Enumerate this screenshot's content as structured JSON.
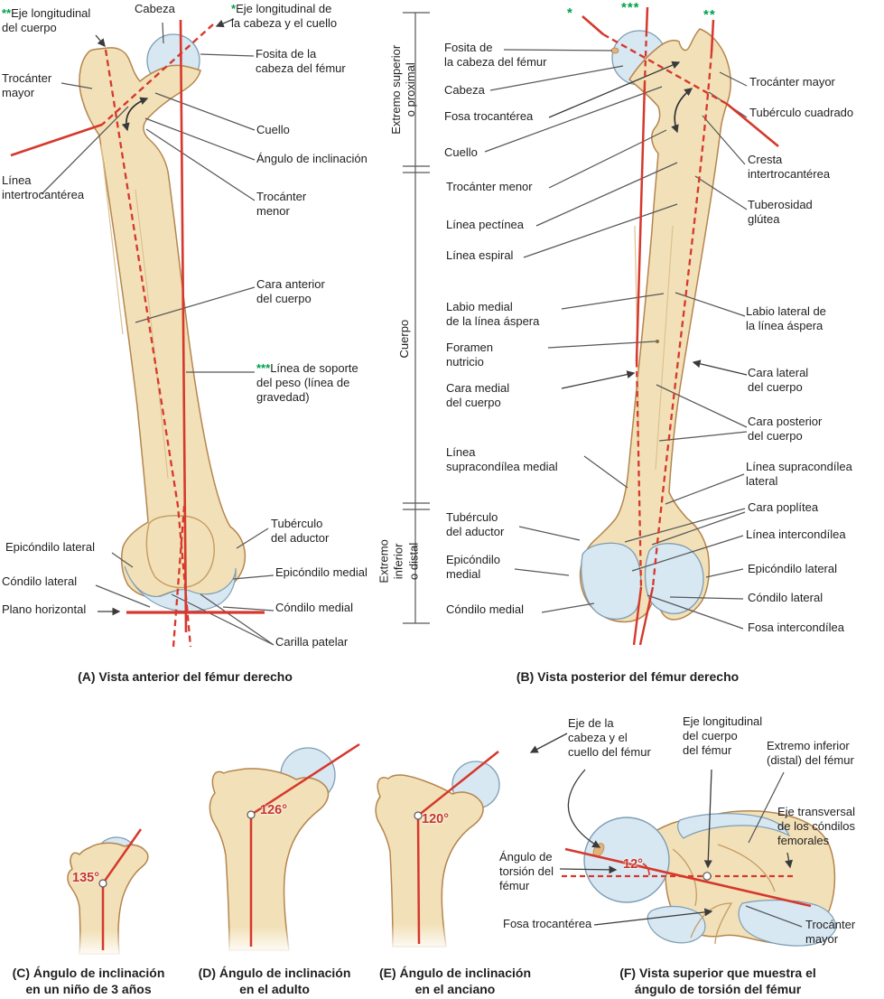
{
  "palette": {
    "bone_fill": "#f2e1b8",
    "bone_outline": "#b5854e",
    "cartilage_fill": "#d7e8f2",
    "cartilage_outline": "#7e9db3",
    "axis_red": "#d6382c",
    "asterisk_green": "#00a14b",
    "label_text": "#221e1f",
    "leader_line": "#57585a"
  },
  "figure_a": {
    "caption": "(A) Vista anterior del fémur derecho",
    "labels": {
      "eje_cuerpo": {
        "prefix": "**",
        "text": "Eje longitudinal\ndel cuerpo"
      },
      "cabeza": "Cabeza",
      "eje_cabeza": {
        "prefix": "*",
        "text": "Eje longitudinal de\nla cabeza y el cuello"
      },
      "fosita": "Fosita de la\ncabeza del fémur",
      "trocanter_mayor": "Trocánter\nmayor",
      "cuello": "Cuello",
      "angulo_inclinacion": "Ángulo de inclinación",
      "trocanter_menor": "Trocánter\nmenor",
      "linea_intertrocanterea": "Línea\nintertrocantérea",
      "cara_anterior": "Cara anterior\ndel cuerpo",
      "linea_soporte": {
        "prefix": "***",
        "text": "Línea de soporte\ndel peso (línea de\ngravedad)"
      },
      "epicondilo_lateral": "Epicóndilo lateral",
      "condilo_lateral": "Cóndilo lateral",
      "plano_horizontal": "Plano horizontal",
      "tuberculo_aductor": "Tubérculo\ndel aductor",
      "epicondilo_medial": "Epicóndilo medial",
      "condilo_medial": "Cóndilo medial",
      "carilla_patelar": "Carilla patelar"
    }
  },
  "figure_b": {
    "caption": "(B) Vista posterior del fémur derecho",
    "asterisks": {
      "one": "*",
      "two": "**",
      "three": "***"
    },
    "brackets": {
      "superior": "Extremo superior\no proximal",
      "cuerpo": "Cuerpo",
      "inferior": "Extremo\ninferior\no distal"
    },
    "labels": {
      "fosita": "Fosita de\nla cabeza del fémur",
      "cabeza": "Cabeza",
      "fosa_trocanterea": "Fosa trocantérea",
      "cuello": "Cuello",
      "trocanter_menor": "Trocánter menor",
      "linea_pectinea": "Línea pectínea",
      "linea_espiral": "Línea espiral",
      "labio_medial": "Labio medial\nde la línea áspera",
      "foramen_nutricio": "Foramen\nnutricio",
      "cara_medial": "Cara medial\ndel cuerpo",
      "linea_supracondilea_medial": "Línea\nsupracondílea medial",
      "tuberculo_aductor": "Tubérculo\ndel aductor",
      "epicondilo_medial": "Epicóndilo\nmedial",
      "condilo_medial": "Cóndilo medial",
      "trocanter_mayor": "Trocánter mayor",
      "tuberculo_cuadrado": "Tubérculo cuadrado",
      "cresta_intertrocanterea": "Cresta\nintertrocantérea",
      "tuberosidad_glutea": "Tuberosidad\nglútea",
      "labio_lateral": "Labio lateral de\nla línea áspera",
      "cara_lateral": "Cara lateral\ndel cuerpo",
      "cara_posterior": "Cara posterior\ndel cuerpo",
      "linea_supracondilea_lateral": "Línea supracondílea\nlateral",
      "cara_poplitea": "Cara poplítea",
      "linea_intercondilea": "Línea intercondílea",
      "epicondilo_lateral": "Epicóndilo lateral",
      "condilo_lateral": "Cóndilo lateral",
      "fosa_intercondilea": "Fosa intercondílea"
    }
  },
  "figure_c": {
    "caption": "(C) Ángulo de inclinación\nen un niño de 3 años",
    "angle": "135°"
  },
  "figure_d": {
    "caption": "(D) Ángulo de inclinación\nen el adulto",
    "angle": "126°"
  },
  "figure_e": {
    "caption": "(E) Ángulo de inclinación\nen el anciano",
    "angle": "120°"
  },
  "figure_f": {
    "caption": "(F) Vista superior que muestra el\nángulo de torsión del fémur",
    "angle": "12°",
    "labels": {
      "eje_cabeza_cuello": "Eje de la\ncabeza y el\ncuello del fémur",
      "eje_longitudinal": "Eje longitudinal\ndel cuerpo\ndel fémur",
      "extremo_inferior": "Extremo inferior\n(distal) del fémur",
      "eje_transversal": "Eje transversal\nde los cóndilos\nfemorales",
      "angulo_torsion": "Ángulo de\ntorsión del\nfémur",
      "fosa_trocanterea": "Fosa trocantérea",
      "trocanter_mayor": "Trocánter\nmayor"
    }
  }
}
